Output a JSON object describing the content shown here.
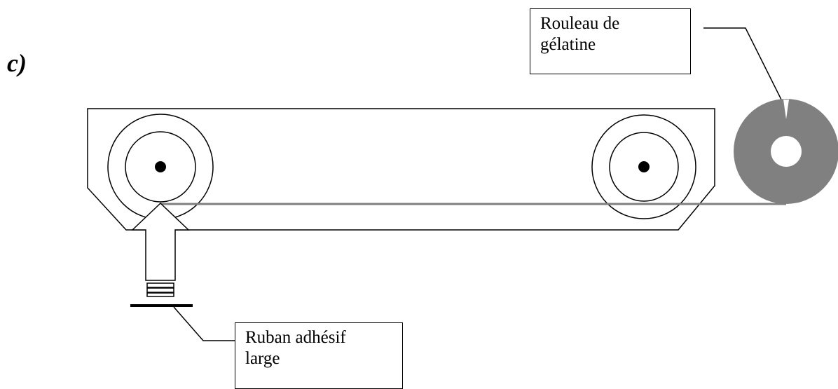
{
  "panel_label": "c)",
  "labels": {
    "gelatine_roll": [
      "Rouleau de",
      "gélatine"
    ],
    "wide_tape": [
      "Ruban adhésif",
      "large"
    ]
  },
  "colors": {
    "gelatine_roll": "#808080",
    "film_strip": "#808080",
    "outline": "#000000"
  }
}
